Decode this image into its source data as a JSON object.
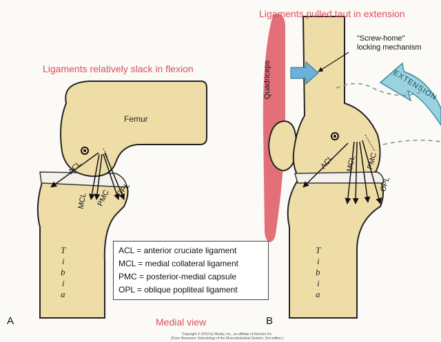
{
  "titles": {
    "top_right": "Ligaments pulled taut in extension",
    "left": "Ligaments relatively slack in flexion",
    "bottom": "Medial view"
  },
  "bones": {
    "femur": "Femur",
    "tibia_letters": [
      "T",
      "i",
      "b",
      "i",
      "a"
    ]
  },
  "panel_a": {
    "letter": "A",
    "ligaments": {
      "acl": "ACL",
      "mcl": "MCL",
      "pmc": "PMC",
      "opl": "OPL"
    }
  },
  "panel_b": {
    "letter": "B",
    "quadriceps": "Quadriceps",
    "screw_home_line1": "\"Screw-home\"",
    "screw_home_line2": "locking mechanism",
    "extension": "EXTENSION",
    "ligaments": {
      "acl": "ACL",
      "mcl": "MCL",
      "pmc": "PMC",
      "opl": "OPL"
    }
  },
  "legend": [
    "ACL  = anterior cruciate ligament",
    "MCL  = medial collateral ligament",
    "PMC = posterior-medial capsule",
    "OPL  = oblique popliteal ligament"
  ],
  "copyright_line1": "Copyright © 2010 by Mosby, Inc., an affiliate of Elsevier Inc.",
  "copyright_line2": "(From Neumann: Kinesiology of the Musculoskeletal System, 2nd edition.)",
  "colors": {
    "bone": "#efdda8",
    "bone_stroke": "#222222",
    "quadriceps": "#e0606c",
    "screw_arrow": "#6cb1d8",
    "extension_arrow": "#9ad2df",
    "title": "#d8505f"
  }
}
